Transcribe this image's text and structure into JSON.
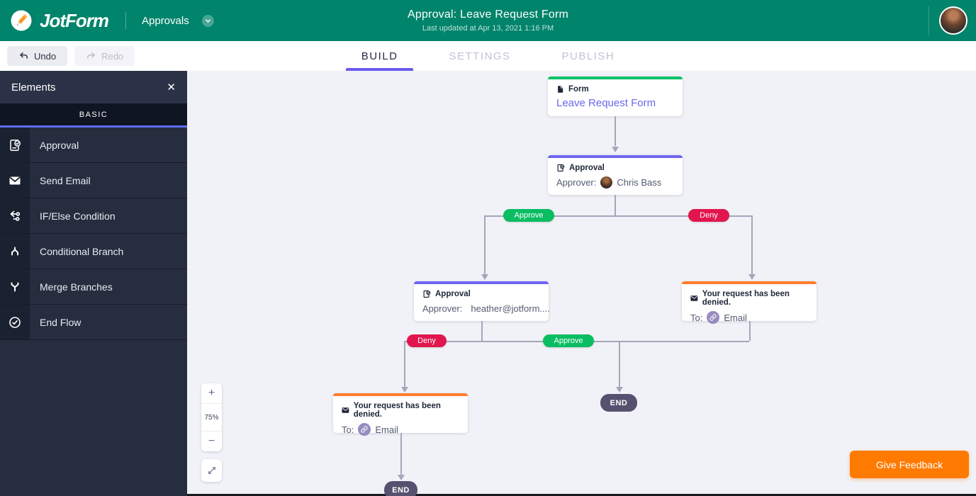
{
  "header": {
    "brand": "JotForm",
    "nav_product": "Approvals",
    "title": "Approval: Leave Request Form",
    "subtitle": "Last updated at Apr 13, 2021 1:16 PM"
  },
  "toolbar": {
    "undo": "Undo",
    "redo": "Redo",
    "tabs": [
      {
        "label": "BUILD",
        "active": true
      },
      {
        "label": "SETTINGS",
        "active": false
      },
      {
        "label": "PUBLISH",
        "active": false
      }
    ]
  },
  "sidebar": {
    "title": "Elements",
    "section": "BASIC",
    "items": [
      {
        "label": "Approval",
        "icon": "approval-icon"
      },
      {
        "label": "Send Email",
        "icon": "send-email-icon"
      },
      {
        "label": "IF/Else Condition",
        "icon": "ifelse-condition-icon"
      },
      {
        "label": "Conditional Branch",
        "icon": "conditional-branch-icon"
      },
      {
        "label": "Merge Branches",
        "icon": "merge-branches-icon"
      },
      {
        "label": "End Flow",
        "icon": "end-flow-icon"
      }
    ]
  },
  "flow": {
    "form_node": {
      "type_label": "Form",
      "title": "Leave Request Form"
    },
    "approval_node_1": {
      "type_label": "Approval",
      "field_label": "Approver:",
      "value": "Chris Bass"
    },
    "approval_node_2": {
      "type_label": "Approval",
      "field_label": "Approver:",
      "value": "heather@jotform...."
    },
    "email_node_right": {
      "title": "Your request has been denied.",
      "field_label": "To:",
      "value": "Email"
    },
    "email_node_bottom": {
      "title": "Your request has been denied.",
      "field_label": "To:",
      "value": "Email"
    },
    "branch_labels": {
      "approve": "Approve",
      "deny": "Deny"
    },
    "end_label": "END"
  },
  "zoom_controls": {
    "zoom_in": "+",
    "zoom_out": "−",
    "level": "75%"
  },
  "feedback_button": "Give Feedback",
  "colors": {
    "header_green": "#00846B",
    "accent_purple": "#6A5BF0",
    "approve_green": "#0ABD62",
    "deny_red": "#E2164E",
    "email_orange": "#FF7B2B",
    "form_green": "#0CC269",
    "approval_purple": "#6F66F2",
    "end_node": "#575170",
    "feedback_orange": "#FF7A01"
  }
}
